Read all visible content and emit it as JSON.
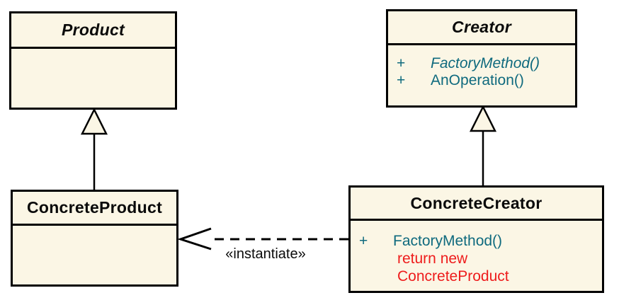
{
  "colors": {
    "background": "#FFFFFF",
    "box_fill": "#FBF6E5",
    "line": "#000000",
    "teal": "#0F6A7E",
    "red": "#EE1C1C"
  },
  "classes": {
    "product": {
      "name": "Product",
      "abstract": true,
      "members": []
    },
    "creator": {
      "name": "Creator",
      "abstract": true,
      "members": [
        {
          "vis": "+",
          "text": "FactoryMethod()",
          "abstract": true
        },
        {
          "vis": "+",
          "text": "AnOperation()",
          "abstract": false
        }
      ]
    },
    "concrete_product": {
      "name": "ConcreteProduct",
      "abstract": false,
      "members": []
    },
    "concrete_creator": {
      "name": "ConcreteCreator",
      "abstract": false,
      "members": [
        {
          "vis": "+",
          "text": "FactoryMethod()",
          "abstract": false
        }
      ],
      "note_lines": [
        "return new",
        "ConcreteProduct"
      ]
    }
  },
  "relations": {
    "generalizations": [
      {
        "from": "ConcreteProduct",
        "to": "Product"
      },
      {
        "from": "ConcreteCreator",
        "to": "Creator"
      }
    ],
    "instantiate": {
      "label": "«instantiate»",
      "from": "ConcreteCreator",
      "to": "ConcreteProduct",
      "style": "dashed-open-arrow"
    }
  }
}
